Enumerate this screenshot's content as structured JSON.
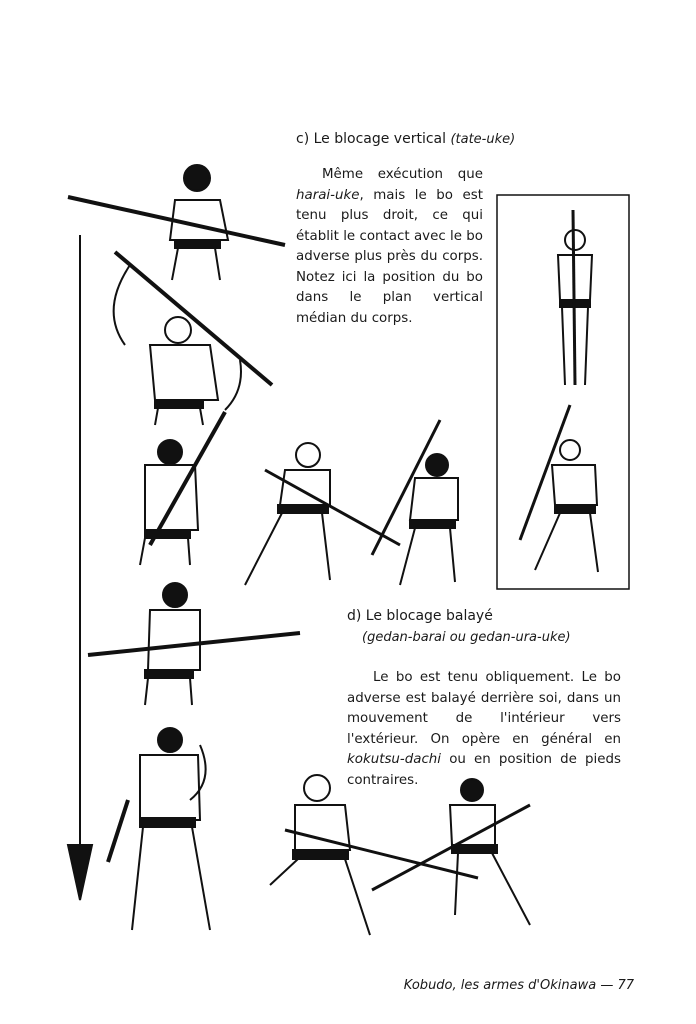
{
  "section_c": {
    "title": "c) Le blocage vertical",
    "title_term": "(tate-uke)",
    "para": [
      {
        "text": "Même exécution que",
        "italic": false
      },
      {
        "text": "harai-uke",
        "italic": true
      },
      {
        "text": ", mais le bo est tenu plus droit, ce qui établit le contact avec le bo adverse plus près du corps. Notez ici la position du bo dans le plan vertical médian du corps.",
        "italic": false
      }
    ]
  },
  "section_d": {
    "title": "d) Le blocage balayé",
    "subtitle": "(gedan-barai ou gedan-ura-uke)",
    "para_1": "Le bo est tenu obliquement. Le bo adverse est balayé derrière soi, dans un mouvement de l'intérieur vers l'extérieur. On opère en général en",
    "para_term": "kokutsu-dachi",
    "para_2": "ou en position de pieds contraires."
  },
  "footer": {
    "book_title": "Kobudo, les armes d'Okinawa",
    "separator": "—",
    "page_number": "77"
  }
}
